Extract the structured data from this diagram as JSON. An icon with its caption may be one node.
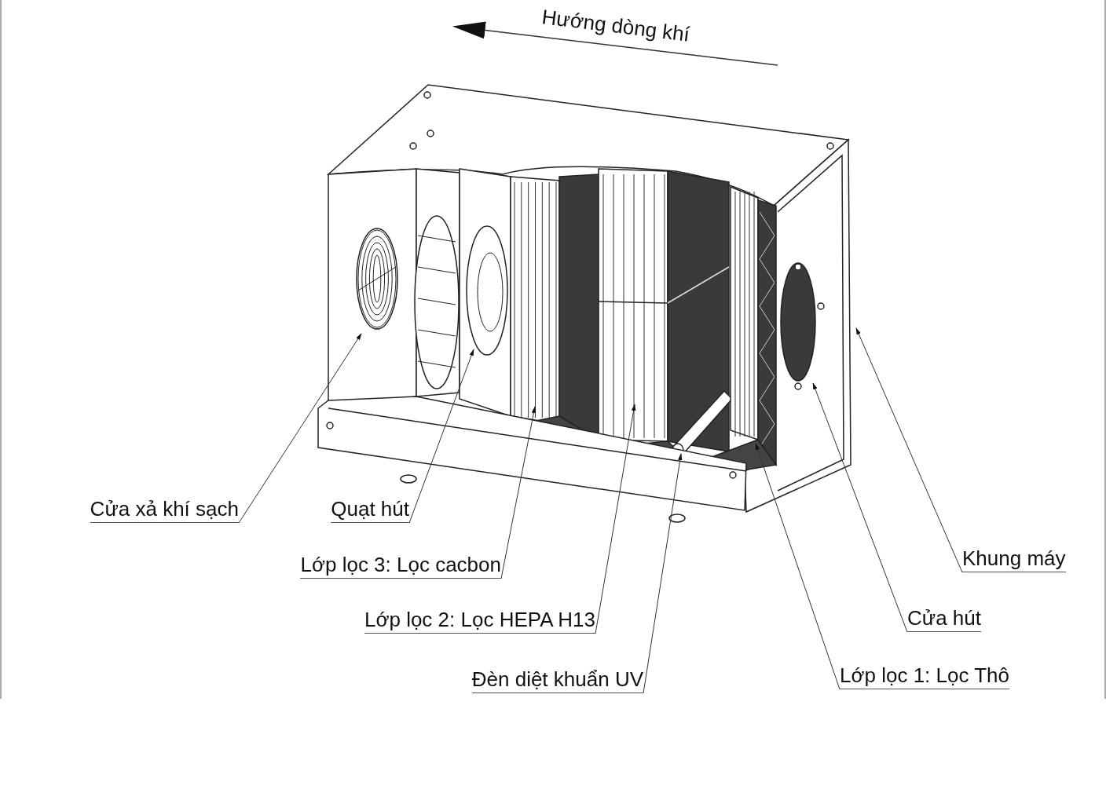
{
  "diagram": {
    "nodes": [
      {
        "text": [
          "Cửa xả khí sạch"
        ]
      },
      {
        "text": [
          "Quạt hút"
        ]
      },
      {
        "text": [
          "Lớp lọc 3: Lọc cacbon"
        ]
      },
      {
        "text": [
          "Lớp lọc 2: Lọc HEPA H13"
        ]
      },
      {
        "text": [
          "Đèn diệt khuẩn UV"
        ]
      },
      {
        "text": [
          "Khung máy"
        ]
      },
      {
        "text": [
          "Cửa hút"
        ]
      },
      {
        "text": [
          "Lớp lọc 1: Lọc Thô"
        ]
      }
    ],
    "edges": [
      {
        "from": 0,
        "to": null,
        "arrow": "to"
      },
      {
        "from": 1,
        "to": null,
        "arrow": "to"
      },
      {
        "from": 2,
        "to": null,
        "arrow": "to"
      },
      {
        "from": 3,
        "to": null,
        "arrow": "to"
      },
      {
        "from": 4,
        "to": null,
        "arrow": "to"
      },
      {
        "from": 5,
        "to": null,
        "arrow": "to"
      },
      {
        "from": 6,
        "to": null,
        "arrow": "to"
      },
      {
        "from": 7,
        "to": null,
        "arrow": "to"
      }
    ],
    "labels": [
      "Hướng dòng khí"
    ]
  }
}
